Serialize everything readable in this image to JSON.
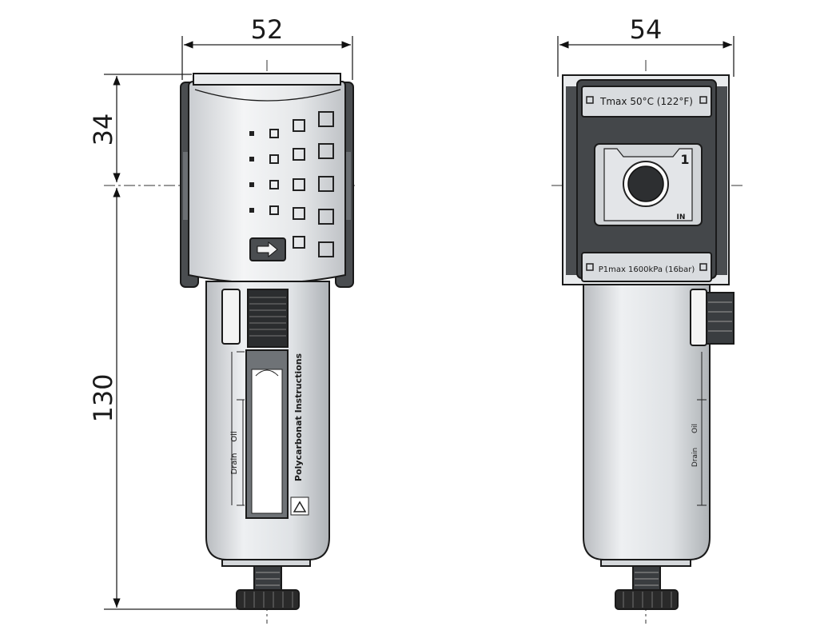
{
  "dimensions": {
    "front_width": "52",
    "side_width": "54",
    "head_height": "34",
    "body_height": "130"
  },
  "front_view": {
    "bowl_label": "Polycarbonat Instructions",
    "scale_oil": "Oil",
    "scale_drain": "Drain",
    "arrow_icon": "arrow-right-icon"
  },
  "side_view": {
    "label_top": "Tmax 50°C (122°F)",
    "label_bottom": "P1max 1600kPa (16bar)",
    "port_number": "1",
    "port_in": "IN",
    "scale_oil": "Oil",
    "scale_drain": "Drain"
  },
  "colors": {
    "housing_dark": "#4a4d50",
    "body_light": "#e4e6e8",
    "bowl_light": "#d8dbde",
    "knob_dark": "#2a2a2a"
  }
}
